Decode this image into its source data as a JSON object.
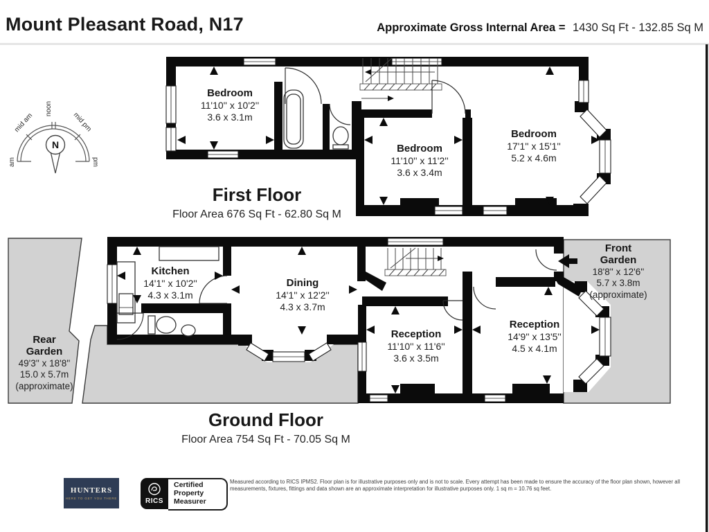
{
  "header": {
    "title": "Mount Pleasant Road, N17",
    "gia_label": "Approximate Gross Internal Area =",
    "gia_value": "1430 Sq Ft - 132.85 Sq M"
  },
  "compass": {
    "north": "N",
    "labels": {
      "am": "am",
      "mid_am": "mid am",
      "noon": "noon",
      "mid_pm": "mid pm",
      "pm": "pm"
    }
  },
  "floors": {
    "first": {
      "caption": "First Floor",
      "area": "Floor Area 676 Sq Ft - 62.80 Sq M",
      "rooms": [
        {
          "name": "Bedroom",
          "imperial": "11'10'' x 10'2''",
          "metric": "3.6 x 3.1m"
        },
        {
          "name": "Bedroom",
          "imperial": "11'10'' x 11'2''",
          "metric": "3.6 x 3.4m"
        },
        {
          "name": "Bedroom",
          "imperial": "17'1'' x 15'1''",
          "metric": "5.2 x 4.6m"
        }
      ]
    },
    "ground": {
      "caption": "Ground Floor",
      "area": "Floor Area 754 Sq Ft - 70.05 Sq M",
      "rooms": [
        {
          "name": "Kitchen",
          "imperial": "14'1'' x 10'2''",
          "metric": "4.3 x 3.1m"
        },
        {
          "name": "Dining",
          "imperial": "14'1'' x 12'2''",
          "metric": "4.3 x 3.7m"
        },
        {
          "name": "Reception",
          "imperial": "11'10'' x 11'6''",
          "metric": "3.6 x 3.5m"
        },
        {
          "name": "Reception",
          "imperial": "14'9'' x 13'5''",
          "metric": "4.5 x 4.1m"
        },
        {
          "name": "Rear Garden",
          "imperial": "49'3'' x 18'8''",
          "metric": "15.0 x 5.7m",
          "note": "(approximate)"
        },
        {
          "name": "Front Garden",
          "imperial": "18'8'' x 12'6''",
          "metric": "5.7 x 3.8m",
          "note": "(approximate)"
        }
      ]
    }
  },
  "footer": {
    "hunters_name": "HUNTERS",
    "hunters_tagline": "HERE TO GET YOU THERE",
    "rics_label": "RICS",
    "certified_line1": "Certified",
    "certified_line2": "Property",
    "certified_line3": "Measurer",
    "disclaimer": "Measured according to RICS IPMS2. Floor plan is for illustrative purposes only and is not to scale. Every attempt has been made to ensure the accuracy of the floor plan shown, however all measurements, fixtures, fittings and data shown are an approximate interpretation for illustrative purposes only. 1 sq m = 10.76 sq feet."
  },
  "colors": {
    "wall": "#0b0b0b",
    "garden": "#d2d2d2",
    "rule": "#e5e5e5",
    "navy": "#2e3c55",
    "gold": "#bfa064"
  }
}
